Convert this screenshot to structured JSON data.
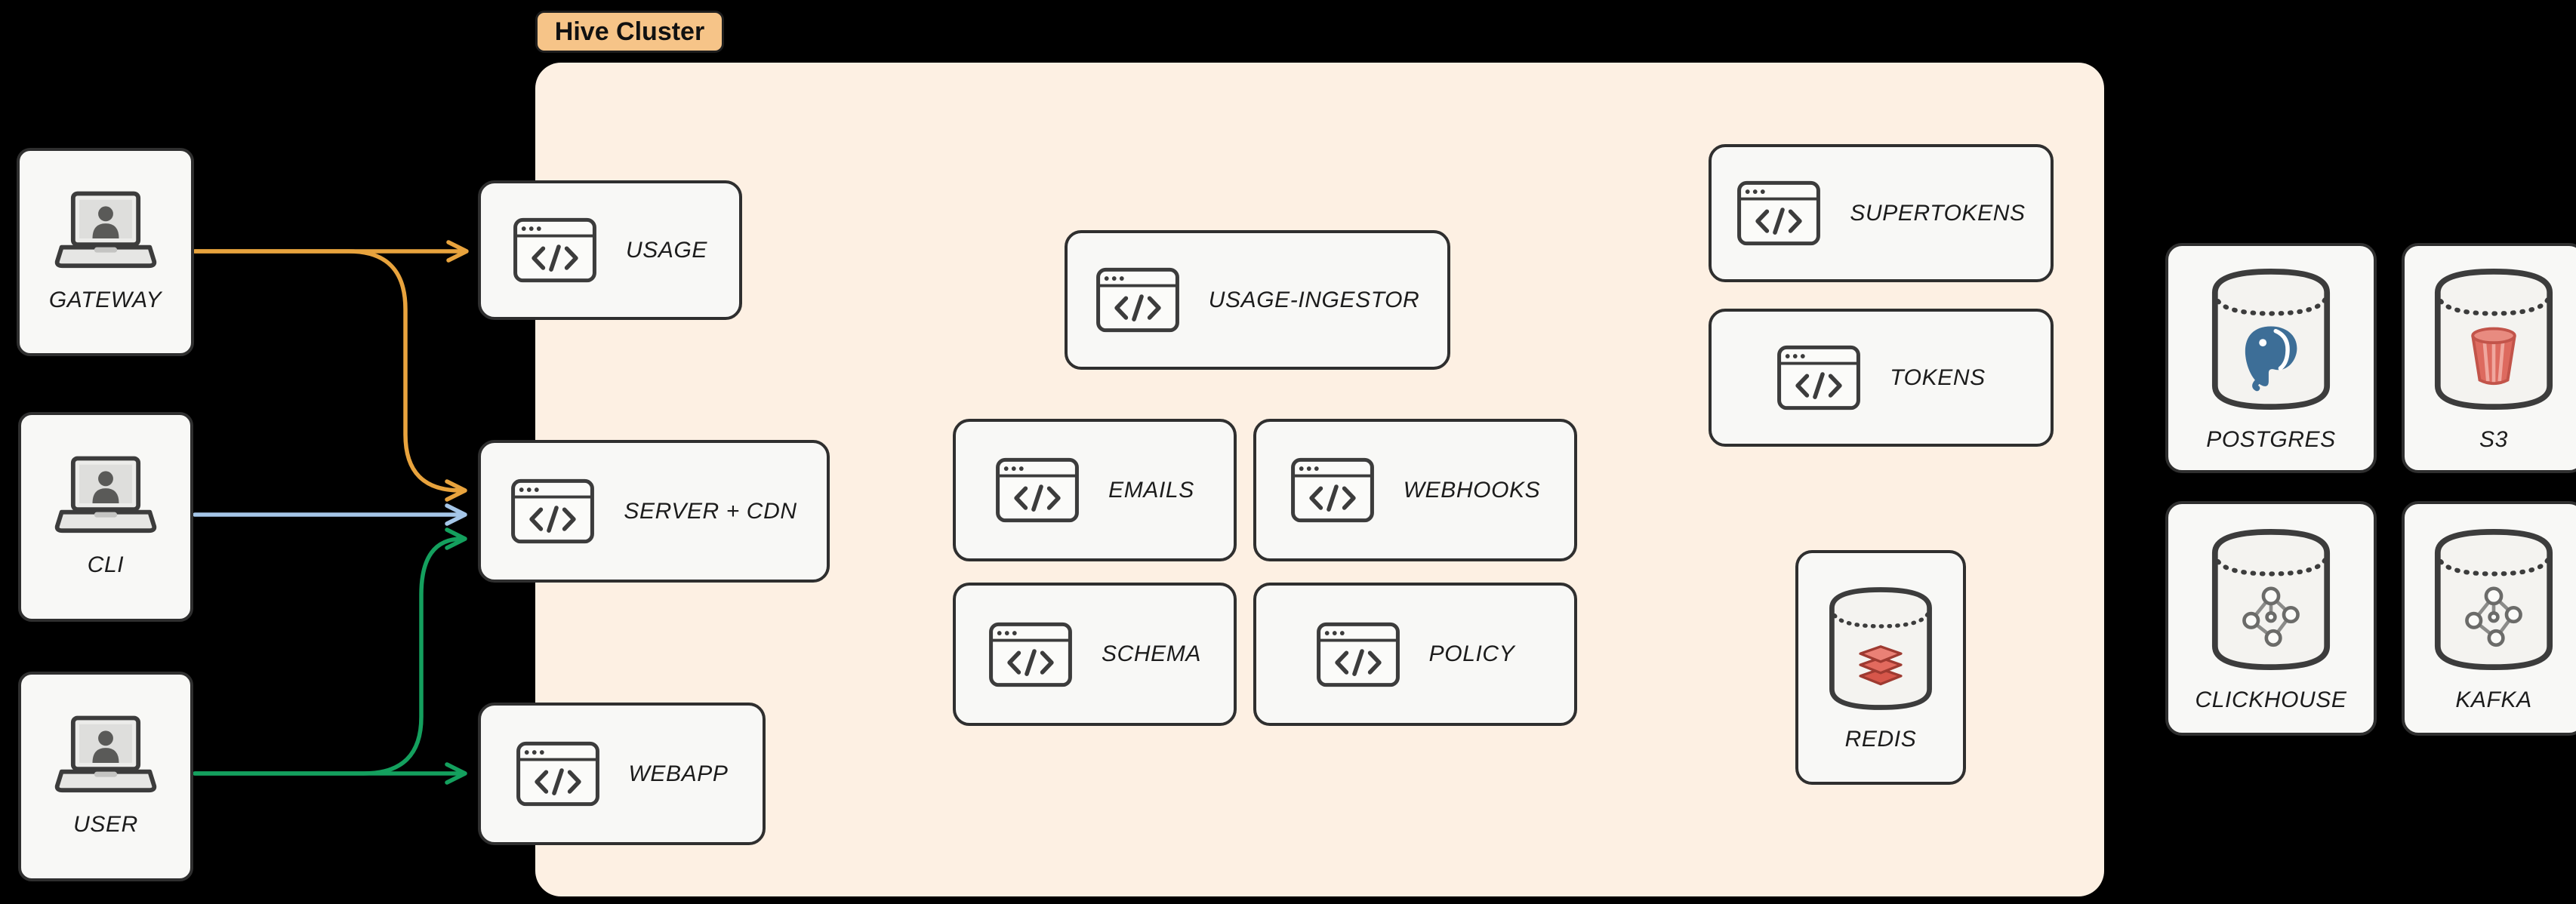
{
  "diagram": {
    "cluster_label": "Hive Cluster"
  },
  "clients": {
    "gateway": {
      "label": "GATEWAY",
      "icon": "laptop-icon"
    },
    "cli": {
      "label": "CLI",
      "icon": "laptop-icon"
    },
    "user": {
      "label": "USER",
      "icon": "laptop-icon"
    }
  },
  "services": {
    "usage": {
      "label": "USAGE",
      "icon": "code-window-icon"
    },
    "server_cdn": {
      "label": "SERVER + CDN",
      "icon": "code-window-icon"
    },
    "webapp": {
      "label": "WEBAPP",
      "icon": "code-window-icon"
    },
    "usage_ingestor": {
      "label": "USAGE-INGESTOR",
      "icon": "code-window-icon"
    },
    "emails": {
      "label": "EMAILS",
      "icon": "code-window-icon"
    },
    "webhooks": {
      "label": "WEBHOOKS",
      "icon": "code-window-icon"
    },
    "schema": {
      "label": "SCHEMA",
      "icon": "code-window-icon"
    },
    "policy": {
      "label": "POLICY",
      "icon": "code-window-icon"
    },
    "supertokens": {
      "label": "SUPERTOKENS",
      "icon": "code-window-icon"
    },
    "tokens": {
      "label": "TOKENS",
      "icon": "code-window-icon"
    },
    "redis": {
      "label": "REDIS",
      "icon": "redis-database-icon"
    }
  },
  "datastores": {
    "postgres": {
      "label": "POSTGRES",
      "icon": "postgres-database-icon"
    },
    "s3": {
      "label": "S3",
      "icon": "s3-database-icon"
    },
    "clickhouse": {
      "label": "CLICKHOUSE",
      "icon": "clickhouse-database-icon"
    },
    "kafka": {
      "label": "KAFKA",
      "icon": "kafka-database-icon"
    }
  },
  "edges": [
    {
      "from": "GATEWAY",
      "to": "USAGE",
      "color": "#e8a33d"
    },
    {
      "from": "GATEWAY",
      "to": "SERVER + CDN",
      "color": "#e8a33d"
    },
    {
      "from": "CLI",
      "to": "SERVER + CDN",
      "color": "#a5c6e8"
    },
    {
      "from": "USER",
      "to": "SERVER + CDN",
      "color": "#14a05e"
    },
    {
      "from": "USER",
      "to": "WEBAPP",
      "color": "#14a05e"
    }
  ],
  "colors": {
    "orange": "#e8a33d",
    "blue": "#a5c6e8",
    "green": "#14a05e",
    "cluster_bg": "#fdf0e3",
    "badge_bg": "#f6c488",
    "node_bg": "#f8f8f6",
    "node_border": "#2f2f2f",
    "background": "#000000"
  }
}
